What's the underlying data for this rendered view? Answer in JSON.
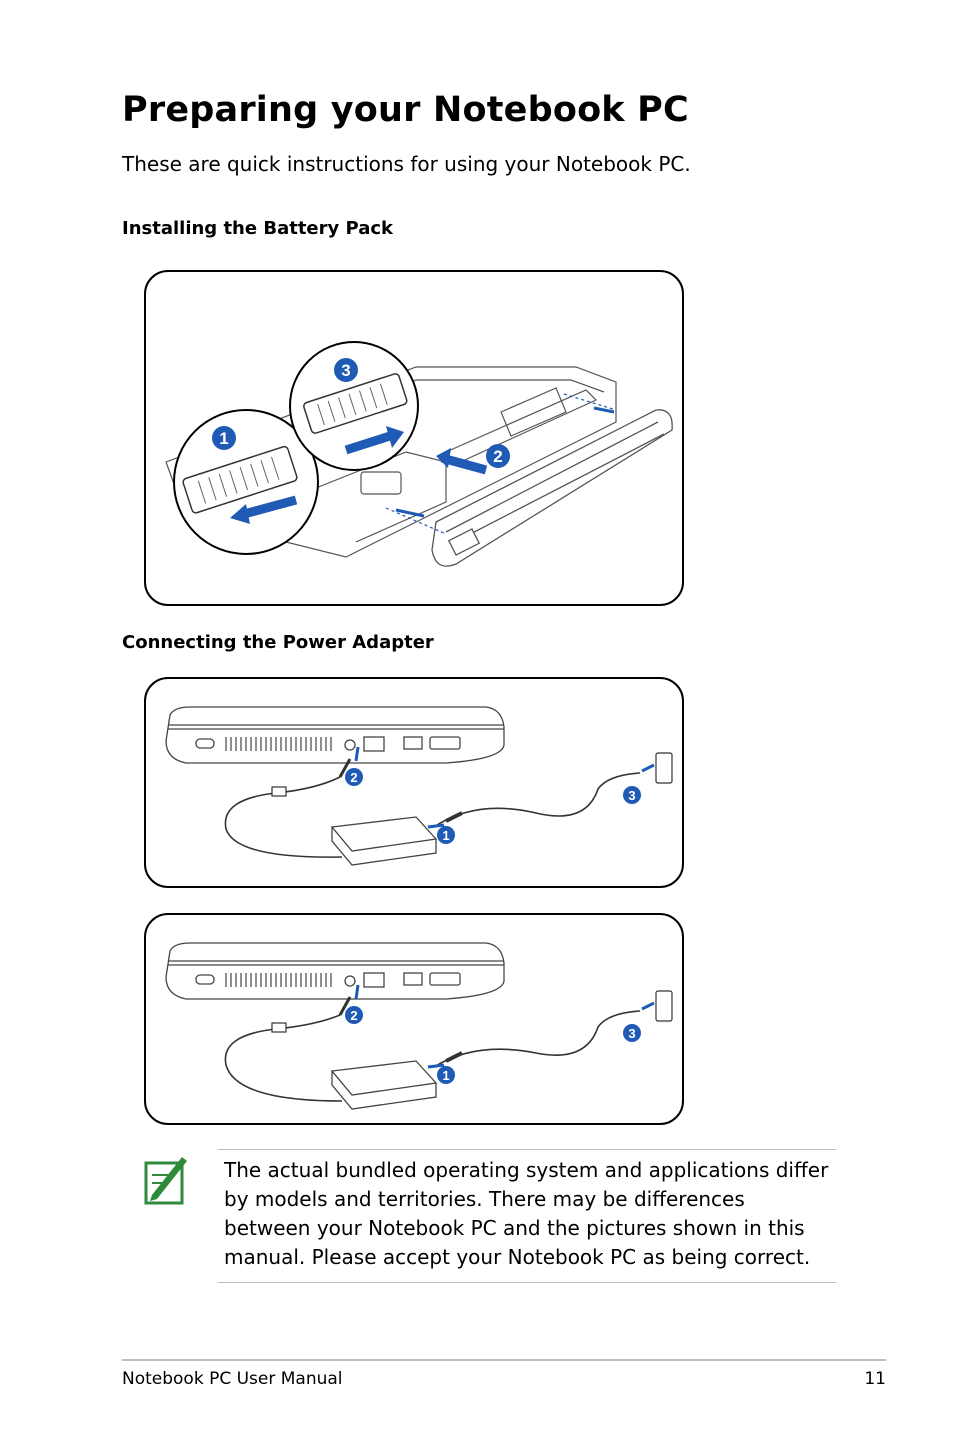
{
  "page": {
    "title": "Preparing your Notebook PC",
    "intro": "These are quick instructions for using your Notebook PC."
  },
  "sections": {
    "battery": {
      "heading": "Installing the Battery Pack",
      "steps": [
        "1",
        "2",
        "3"
      ]
    },
    "power": {
      "heading": "Connecting the Power Adapter",
      "figure_1_steps": [
        "1",
        "2",
        "3"
      ],
      "figure_2_steps": [
        "1",
        "2",
        "3"
      ]
    }
  },
  "note": {
    "icon": "note-pencil-icon",
    "text": "The actual bundled operating system and applications differ by models and territories. There may be differences between your Notebook PC and the pictures shown in this manual. Please accept your Notebook PC as being correct."
  },
  "footer": {
    "left": "Notebook PC User Manual",
    "page_number": "11"
  },
  "colors": {
    "accent_blue": "#1f5bb5",
    "note_green": "#2f8a3b",
    "rule_gray": "#bdbdbd"
  }
}
